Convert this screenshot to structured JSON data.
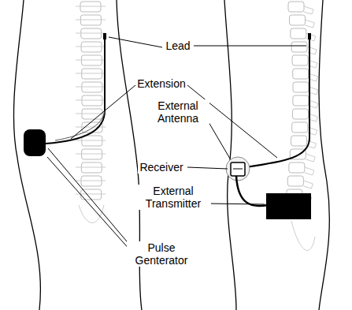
{
  "diagram": {
    "labels": [
      "Lead",
      "Extension",
      "External Antenna",
      "Receiver",
      "External Transmitter",
      "Pulse Genterator"
    ]
  }
}
